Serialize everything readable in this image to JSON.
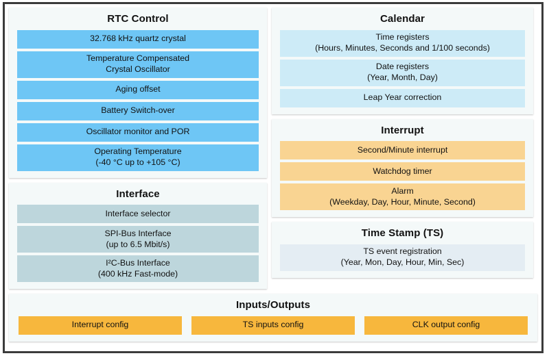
{
  "diagram": {
    "colors": {
      "rtc_control": "#6ec6f5",
      "interface": "#bdd6dc",
      "calendar": "#cdebf7",
      "interrupt": "#f9d492",
      "time_stamp": "#e4edf3",
      "inputs_outputs": "#f7b73d",
      "panel_background": "#f4f9f9",
      "frame_border": "#3b3b3b",
      "text": "#111111"
    },
    "panels": {
      "rtc_control": {
        "title": "RTC Control",
        "items": [
          {
            "line1": "32.768 kHz quartz crystal",
            "line2": ""
          },
          {
            "line1": "Temperature Compensated",
            "line2": "Crystal Oscillator"
          },
          {
            "line1": "Aging offset",
            "line2": ""
          },
          {
            "line1": "Battery Switch-over",
            "line2": ""
          },
          {
            "line1": "Oscillator monitor and POR",
            "line2": ""
          },
          {
            "line1": "Operating Temperature",
            "line2": "(-40 °C up to +105 °C)"
          }
        ]
      },
      "interface": {
        "title": "Interface",
        "items": [
          {
            "line1": "Interface selector",
            "line2": ""
          },
          {
            "line1": "SPI-Bus Interface",
            "line2": "(up to 6.5 Mbit/s)"
          },
          {
            "line1": "I²C-Bus Interface",
            "line2": "(400 kHz Fast-mode)"
          }
        ]
      },
      "calendar": {
        "title": "Calendar",
        "items": [
          {
            "line1": "Time registers",
            "line2": "(Hours, Minutes, Seconds and 1/100 seconds)"
          },
          {
            "line1": "Date registers",
            "line2": "(Year, Month, Day)"
          },
          {
            "line1": "Leap Year correction",
            "line2": ""
          }
        ]
      },
      "interrupt": {
        "title": "Interrupt",
        "items": [
          {
            "line1": "Second/Minute interrupt",
            "line2": ""
          },
          {
            "line1": "Watchdog timer",
            "line2": ""
          },
          {
            "line1": "Alarm",
            "line2": "(Weekday, Day, Hour, Minute, Second)"
          }
        ]
      },
      "time_stamp": {
        "title": "Time Stamp (TS)",
        "items": [
          {
            "line1": "TS event registration",
            "line2": "(Year, Mon, Day, Hour, Min, Sec)"
          }
        ]
      },
      "inputs_outputs": {
        "title": "Inputs/Outputs",
        "items": [
          {
            "line1": "Interrupt config",
            "line2": ""
          },
          {
            "line1": "TS inputs config",
            "line2": ""
          },
          {
            "line1": "CLK output config",
            "line2": ""
          }
        ]
      }
    }
  }
}
